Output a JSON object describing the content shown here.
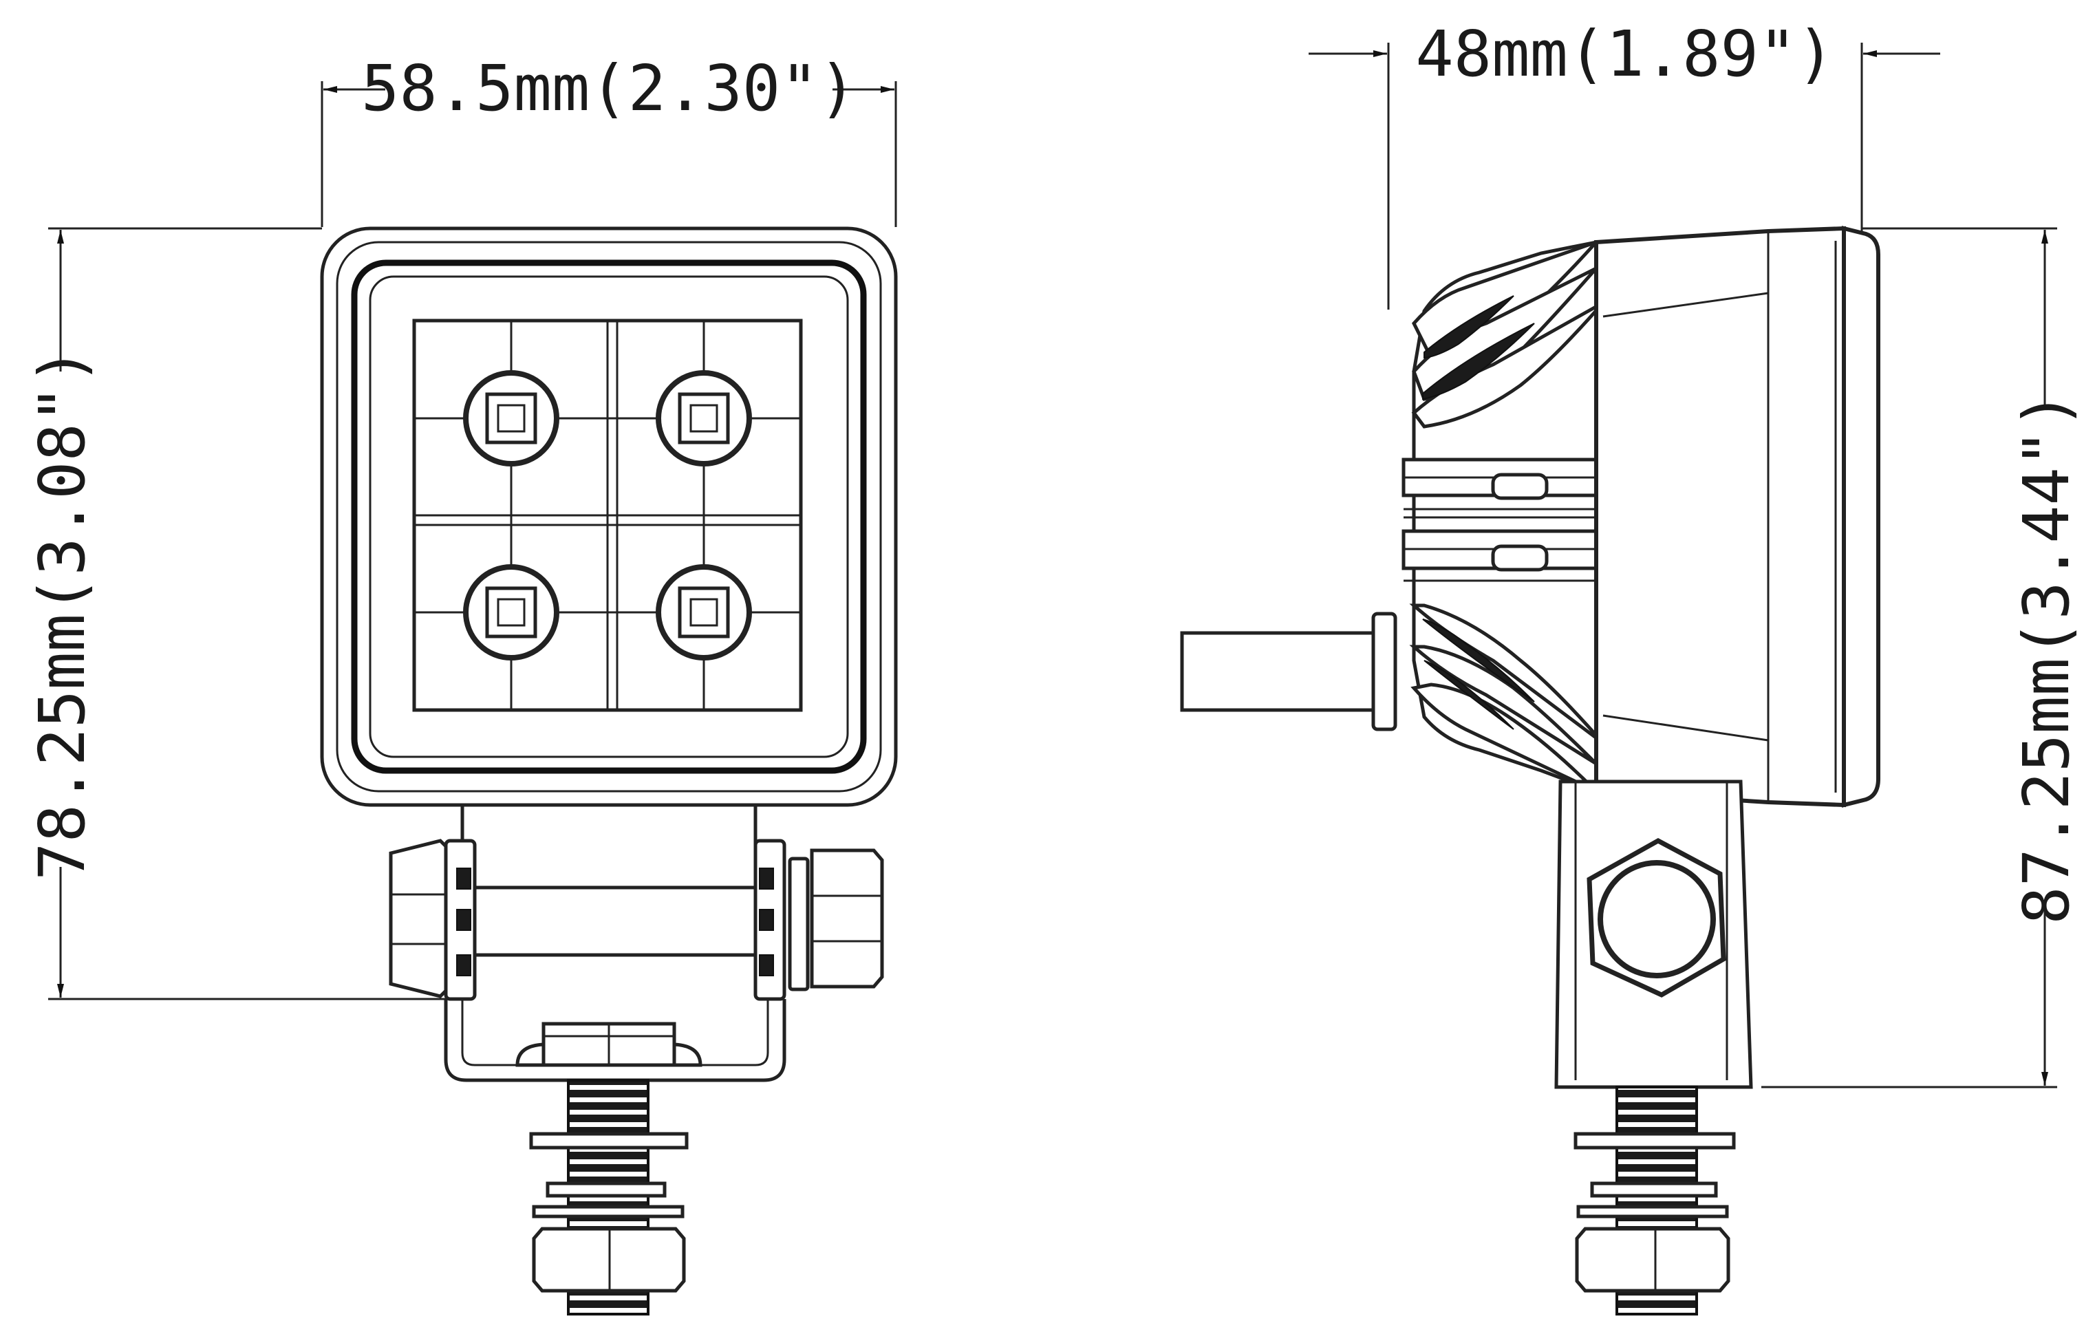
{
  "dimensions": {
    "front_width": "58.5mm(2.30\")",
    "front_height": "78.25mm(3.08\")",
    "side_depth": "48mm(1.89\")",
    "side_height": "87.25mm(3.44\")"
  },
  "colors": {
    "line": "#222222",
    "background": "#ffffff"
  }
}
